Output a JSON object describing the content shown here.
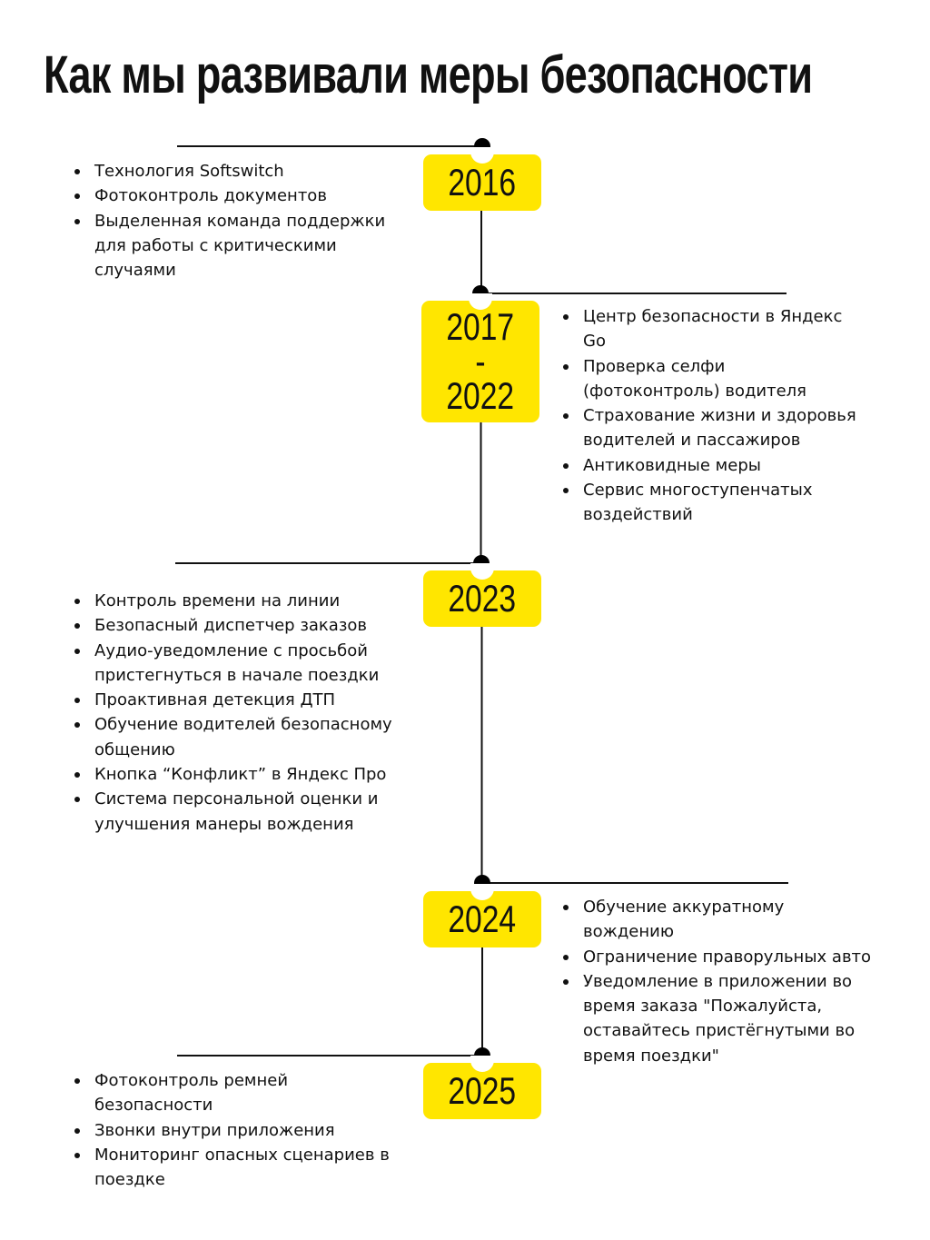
{
  "title": "Как мы развивали меры безопасности",
  "colors": {
    "accent": "#FFE600",
    "line": "#111111"
  },
  "events": [
    {
      "year_lines": [
        "2016"
      ],
      "items": [
        "Технология Softswitch",
        "Фотоконтроль документов",
        "Выделенная команда поддержки для работы с критическими случаями"
      ]
    },
    {
      "year_lines": [
        "2017",
        "-",
        "2022"
      ],
      "items": [
        "Центр безопасности в Яндекс Go",
        "Проверка селфи (фотоконтроль) водителя",
        "Страхование жизни и здоровья водителей и пассажиров",
        "Антиковидные меры",
        "Сервис многоступенчатых воздействий"
      ]
    },
    {
      "year_lines": [
        "2023"
      ],
      "items": [
        "Контроль времени на линии",
        "Безопасный диспетчер заказов",
        "Аудио-уведомление с просьбой пристегнуться в начале поездки",
        "Проактивная детекция ДТП",
        "Обучение водителей безопасному общению",
        "Кнопка “Конфликт” в Яндекс Про",
        "Система персональной оценки и улучшения манеры вождения"
      ]
    },
    {
      "year_lines": [
        "2024"
      ],
      "items": [
        "Обучение аккуратному вождению",
        "Ограничение праворульных авто",
        " Уведомление в приложении во время заказа \"Пожалуйста, оставайтесь пристёгнутыми во время поездки\""
      ]
    },
    {
      "year_lines": [
        "2025"
      ],
      "items": [
        "Фотоконтроль ремней безопасности",
        "Звонки внутри приложения",
        "Мониторинг опасных сценариев в поездке"
      ]
    }
  ]
}
